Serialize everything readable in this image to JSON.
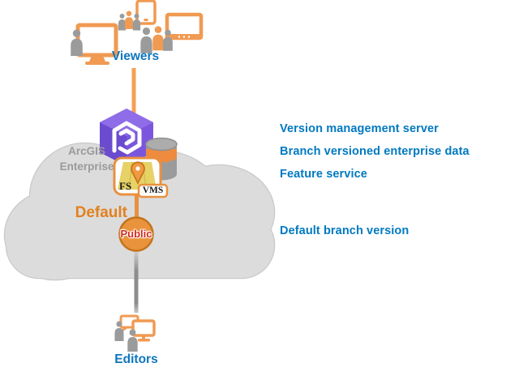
{
  "viewers": {
    "label": "Viewers"
  },
  "editors": {
    "label": "Editors"
  },
  "cloud": {
    "label_line1": "ArcGIS",
    "label_line2": "Enterprise"
  },
  "nodes": {
    "default_label": "Default",
    "public_label": "Public",
    "fs_label": "FS",
    "vms_label": "VMS"
  },
  "annotations": [
    {
      "label": "Version management server"
    },
    {
      "label": "Branch versioned enterprise data"
    },
    {
      "label": "Feature service"
    },
    {
      "label": "Default branch version"
    }
  ],
  "icons": {
    "monitor-icon": "orange outlined computer display",
    "tablet-icon": "orange outlined tablet",
    "person-icon": "user silhouette (gray or orange)",
    "enterprise-hexagon-icon": "purple ArcGIS Enterprise hexagon with white swirl",
    "database-icon": "gray cylinder with orange band",
    "feature-service-icon": "map with location pin in rounded square",
    "cloud-icon": "gray cloud backdrop",
    "version-node-icon": "orange circle labeled Public"
  },
  "colors": {
    "accent_orange": "#F09A52",
    "orange_dark": "#E2811E",
    "esri_blue": "#0079C1",
    "label_blue": "#0E76BE",
    "purple": "#7C55DE",
    "red": "#D22B1F",
    "cloud_gray": "#DCDCDC",
    "icon_gray": "#9B9B9B"
  }
}
